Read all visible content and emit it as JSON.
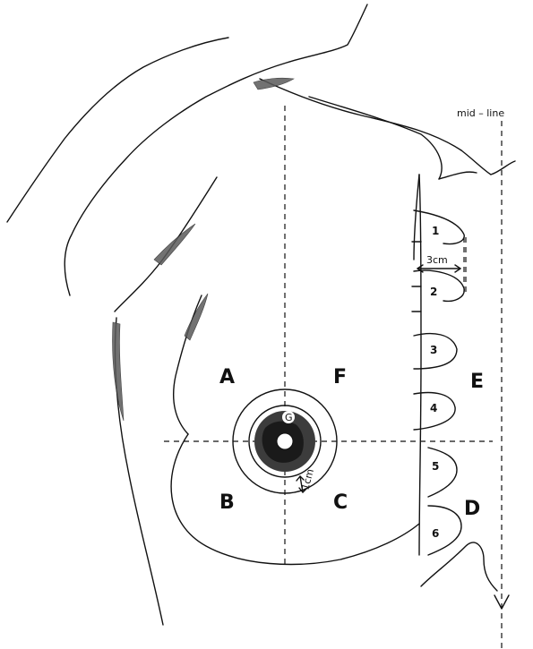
{
  "labels": {
    "midline": "mid – line",
    "distance_3cm": "3cm",
    "distance_1cm": "1cm",
    "gland": "G"
  },
  "regions": [
    "A",
    "B",
    "C",
    "D",
    "E",
    "F"
  ],
  "interspaces": [
    "1",
    "2",
    "3",
    "4",
    "5",
    "6"
  ]
}
